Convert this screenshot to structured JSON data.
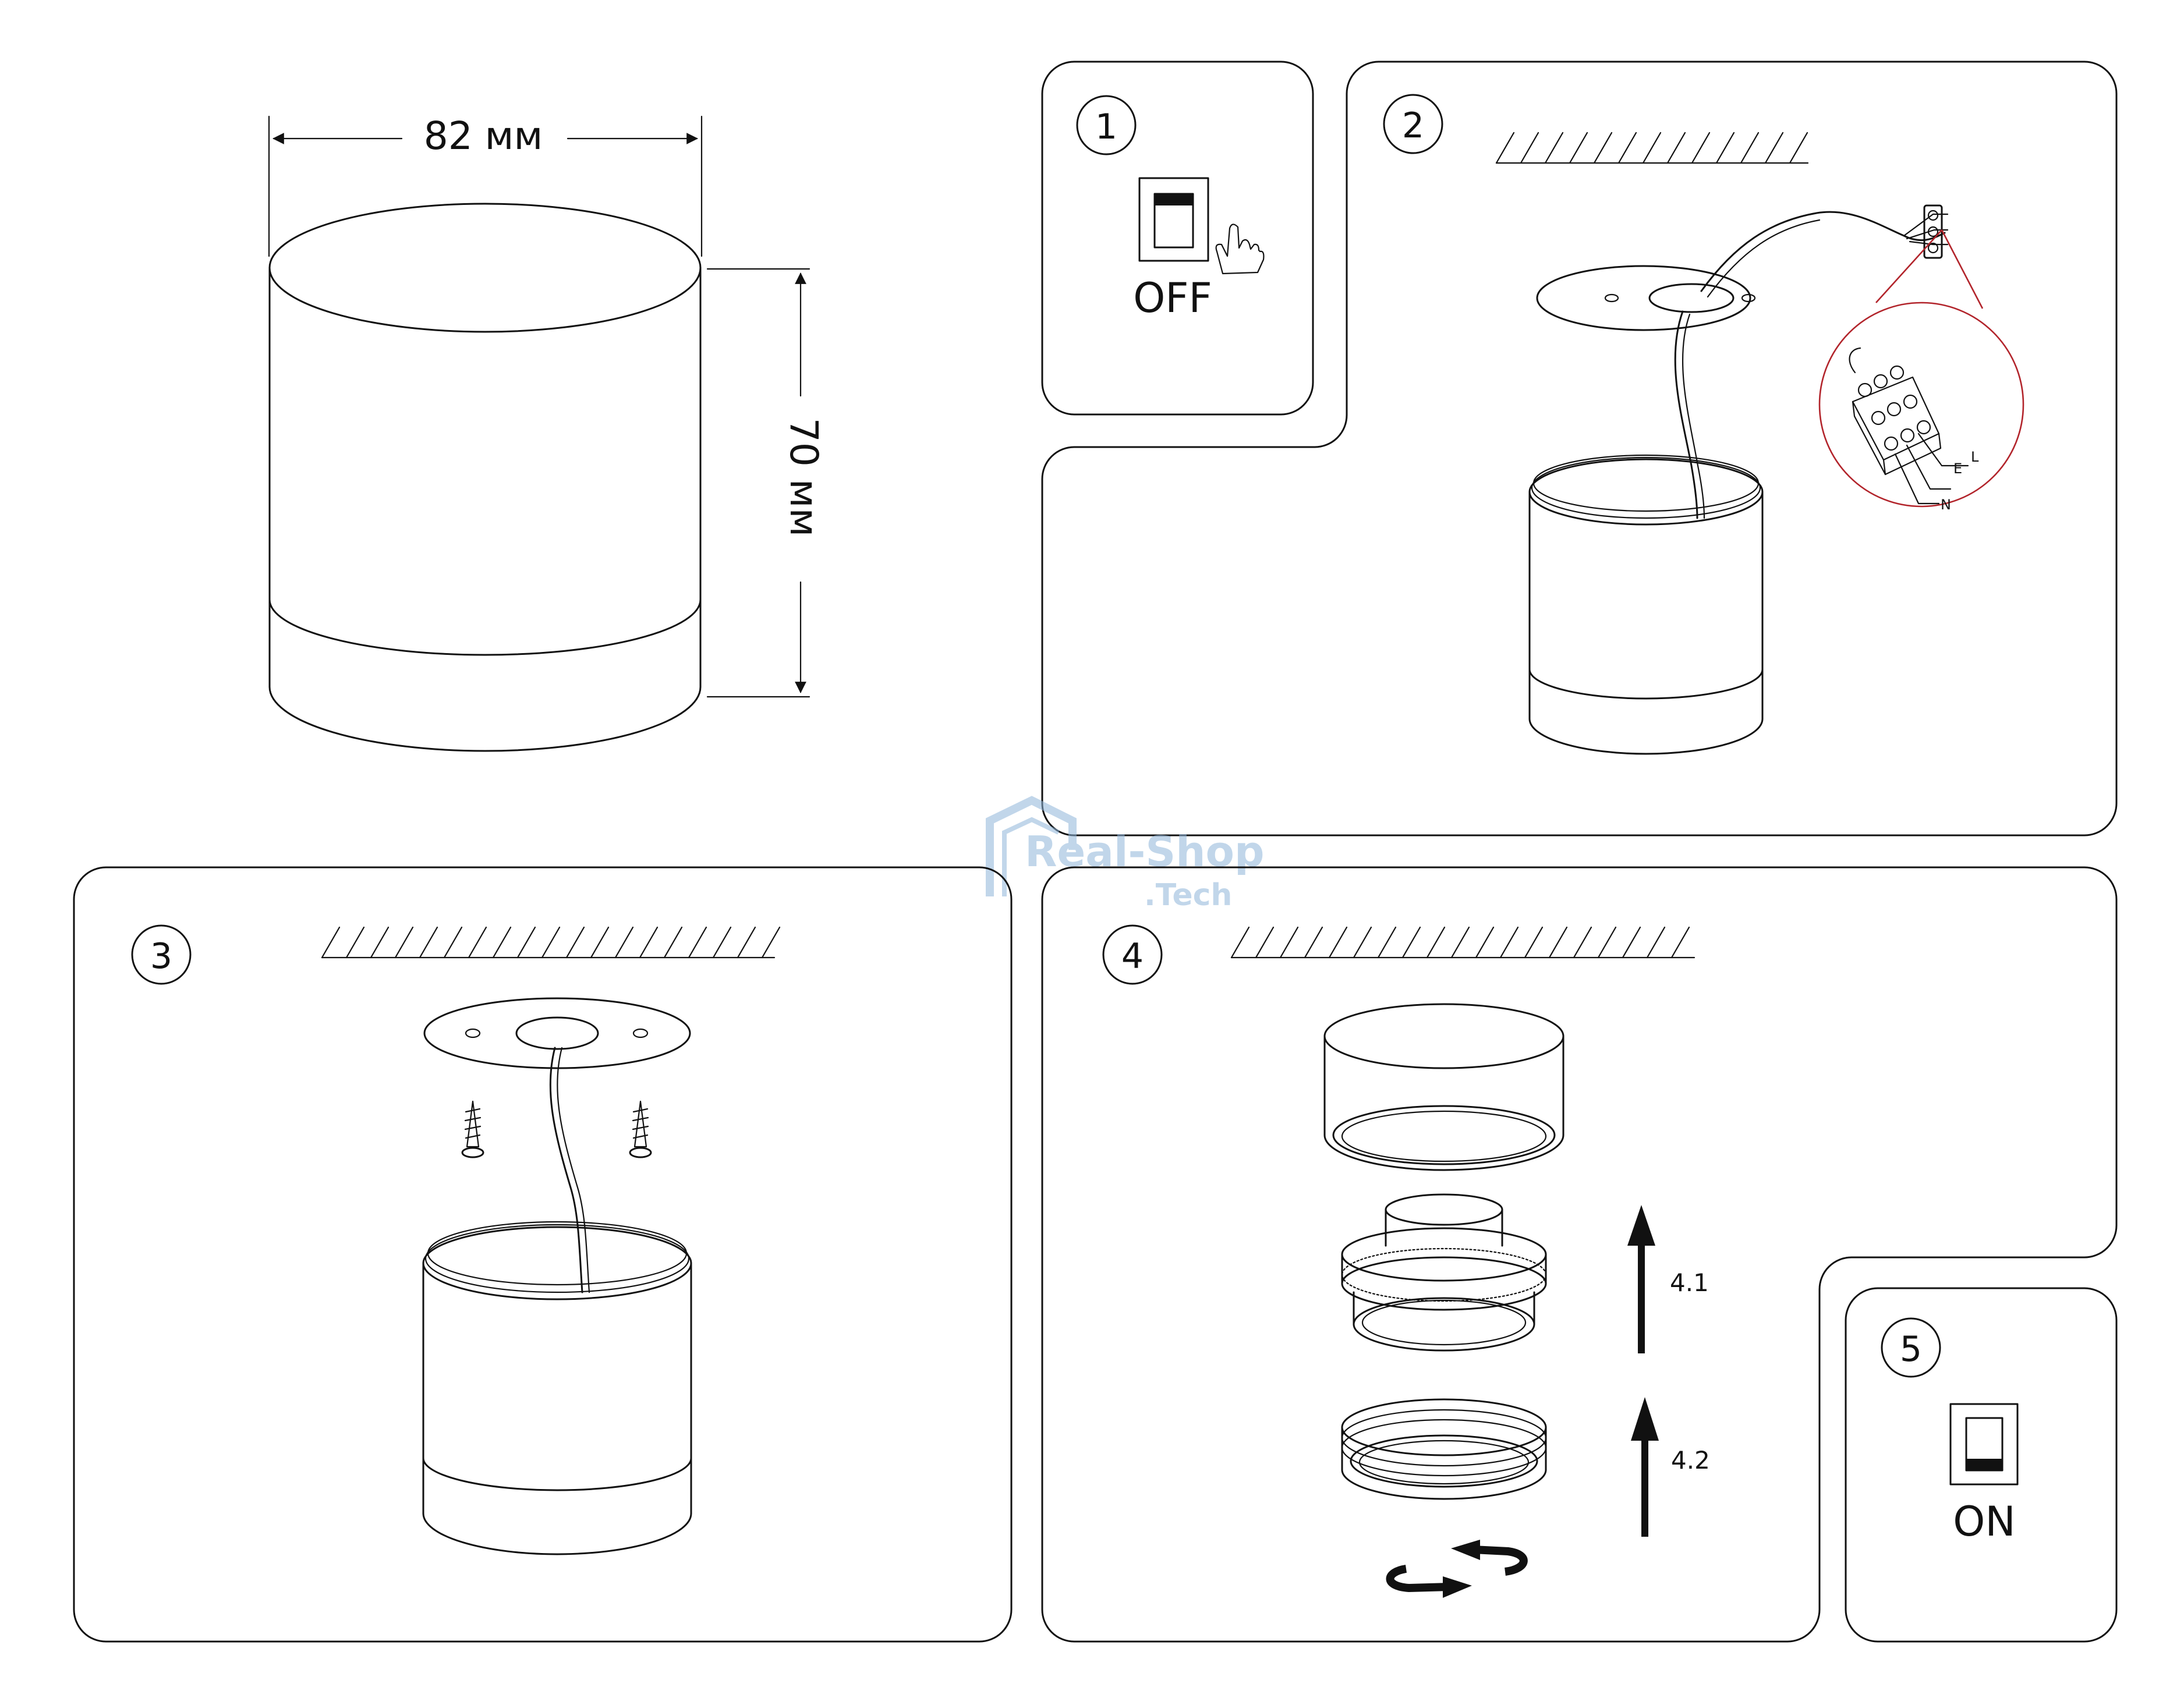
{
  "dimensions": {
    "width_label": "82 мм",
    "height_label": "70 мм"
  },
  "steps": [
    {
      "number": "1",
      "label": "OFF"
    },
    {
      "number": "2",
      "terminals": [
        "L",
        "E",
        "N"
      ]
    },
    {
      "number": "3"
    },
    {
      "number": "4",
      "sub_steps": [
        "4.1",
        "4.2"
      ]
    },
    {
      "number": "5",
      "label": "ON"
    }
  ],
  "watermark": {
    "line1": "Real-Shop",
    "line2": ".Tech"
  },
  "colors": {
    "line": "#111111",
    "highlight": "#b2242b",
    "watermark": "#8fb6da"
  }
}
